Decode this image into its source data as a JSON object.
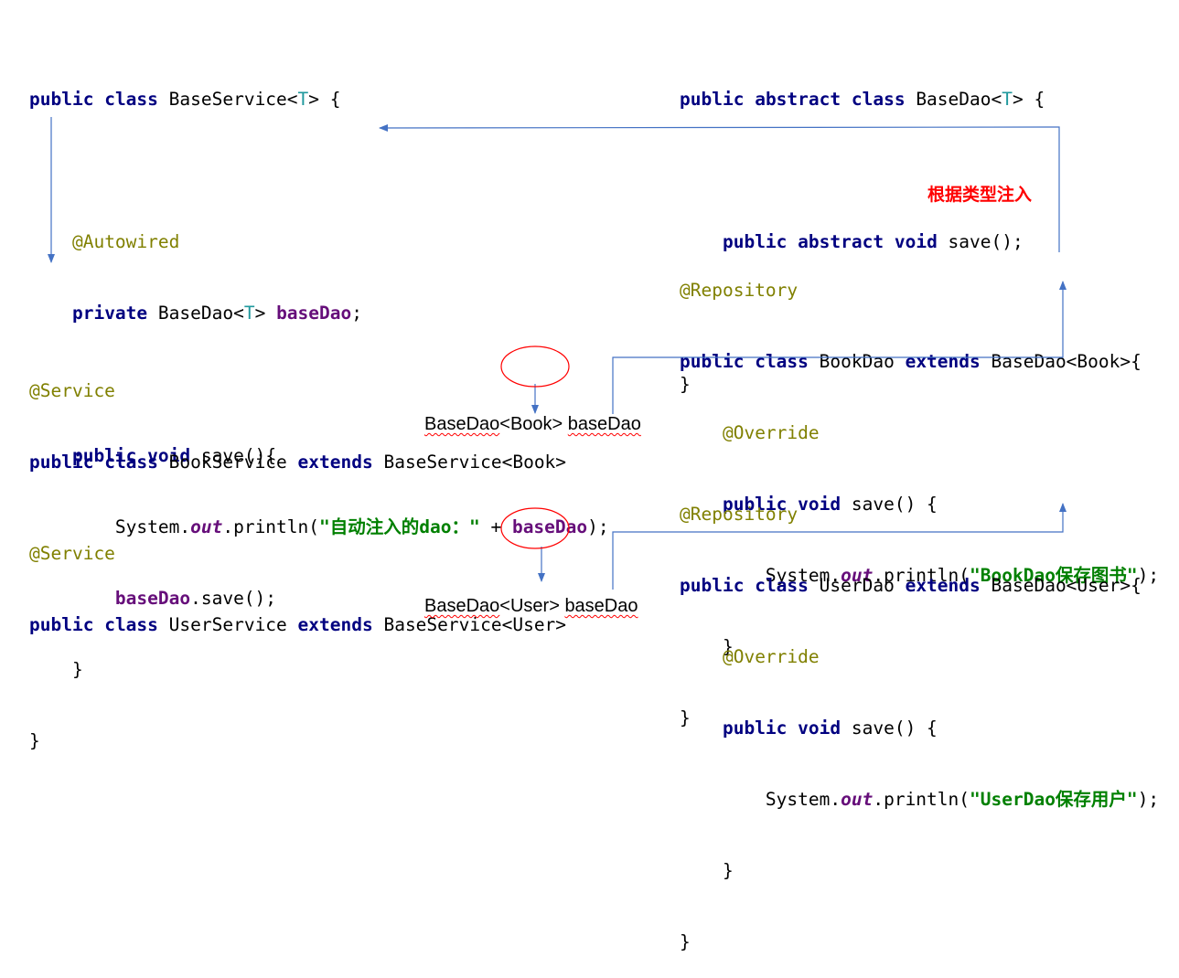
{
  "base_service": {
    "l1": [
      "public",
      " ",
      "class",
      " BaseService<",
      "T",
      "> {"
    ],
    "l3": "@Autowired",
    "l4": [
      "private",
      " BaseDao<",
      "T",
      "> ",
      "baseDao",
      ";"
    ],
    "l6": [
      "public",
      " ",
      "void",
      " save(){"
    ],
    "l7": [
      "System.",
      "out",
      ".println(",
      "\"自动注入的dao：\"",
      " + ",
      "baseDao",
      ");"
    ],
    "l8": [
      "baseDao",
      ".save();"
    ],
    "l9": "}",
    "l10": "}"
  },
  "base_dao": {
    "l1": [
      "public",
      " ",
      "abstract",
      " ",
      "class",
      " BaseDao<",
      "T",
      "> {"
    ],
    "l3": [
      "public",
      " ",
      "abstract",
      " ",
      "void",
      " save();"
    ],
    "l5": "}"
  },
  "inject_note": "根据类型注入",
  "book_dao": {
    "ann": "@Repository",
    "l1": [
      "public",
      " ",
      "class",
      " BookDao ",
      "extends",
      " BaseDao<Book>{"
    ],
    "override": "@Override",
    "l3": [
      "public",
      " ",
      "void",
      " save() {"
    ],
    "l4": [
      "System.",
      "out",
      ".println(",
      "\"BookDao保存图书\"",
      ");"
    ],
    "l5": "}",
    "l6": "}"
  },
  "book_service": {
    "ann": "@Service",
    "l1": [
      "public",
      " ",
      "class",
      " BookService ",
      "extends",
      " BaseService<Book>"
    ]
  },
  "book_label": [
    "BaseDao",
    "<Book> ",
    "baseDao"
  ],
  "user_dao": {
    "ann": "@Repository",
    "l1": [
      "public",
      " ",
      "class",
      " UserDao ",
      "extends",
      " BaseDao<User>{"
    ],
    "override": "@Override",
    "l3": [
      "public",
      " ",
      "void",
      " save() {"
    ],
    "l4": [
      "System.",
      "out",
      ".println(",
      "\"UserDao保存用户\"",
      ");"
    ],
    "l5": "}",
    "l6": "}"
  },
  "user_service": {
    "ann": "@Service",
    "l1": [
      "public",
      " ",
      "class",
      " UserService ",
      "extends",
      " BaseService<User>"
    ]
  },
  "user_label": [
    "BaseDao",
    "<User> ",
    "baseDao"
  ],
  "colors": {
    "keyword": "#000080",
    "annotation": "#808000",
    "type_param": "#20999d",
    "field": "#660e7a",
    "string": "#008000",
    "arrow": "#4472c4",
    "circle": "#ff0000",
    "note": "#ff0000"
  }
}
